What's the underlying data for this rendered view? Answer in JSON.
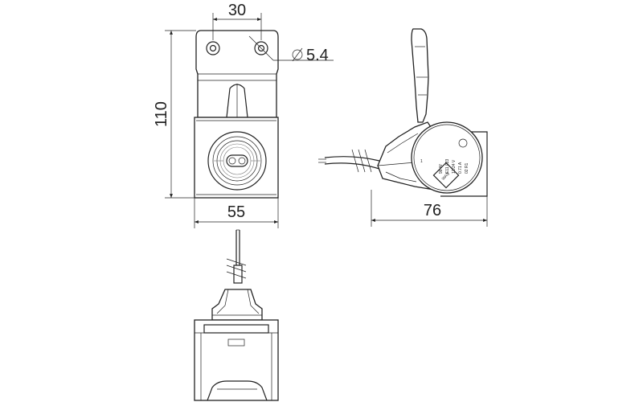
{
  "dimensions": {
    "top_width": "30",
    "hole_diameter": "5.4",
    "height": "110",
    "base_width": "55",
    "depth": "76"
  },
  "label_text": {
    "line1": "98 W",
    "line2": "E11 023",
    "line3": "12/24 V",
    "line4": "0.71 A",
    "line5": "02 R1",
    "brand": "WAŚ"
  }
}
